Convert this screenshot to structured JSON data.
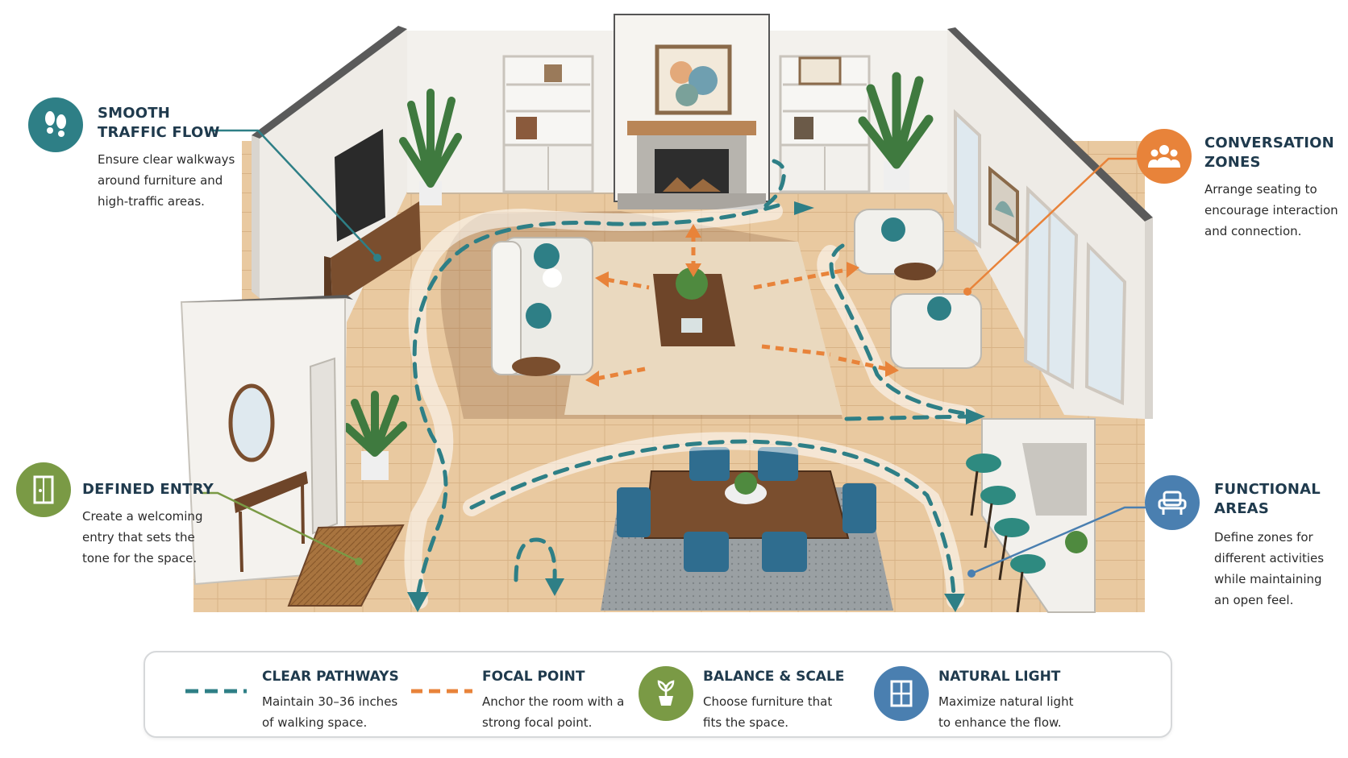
{
  "colors": {
    "teal": "#2e7f86",
    "orange": "#e8833a",
    "green": "#7a9a45",
    "blue": "#4a7fb0",
    "floor": "#e8c9a0",
    "wall": "#f4f2ee",
    "navy_text": "#1f3a4d"
  },
  "callouts": {
    "traffic": {
      "icon": "footprints-icon",
      "title_line1": "SMOOTH",
      "title_line2": "TRAFFIC FLOW",
      "desc": [
        "Ensure clear walkways",
        "around furniture and",
        "high-traffic areas."
      ]
    },
    "conversation": {
      "icon": "people-group-icon",
      "title_line1": "CONVERSATION",
      "title_line2": "ZONES",
      "desc": [
        "Arrange seating to",
        "encourage interaction",
        "and connection."
      ]
    },
    "entry": {
      "icon": "door-icon",
      "title_line1": "DEFINED ENTRY",
      "desc": [
        "Create a welcoming",
        "entry that sets the",
        "tone for the space."
      ]
    },
    "functional": {
      "icon": "armchair-icon",
      "title_line1": "FUNCTIONAL",
      "title_line2": "AREAS",
      "desc": [
        "Define zones for",
        "different activities",
        "while maintaining",
        "an open feel."
      ]
    }
  },
  "legend": {
    "pathways": {
      "title": "CLEAR PATHWAYS",
      "desc": [
        "Maintain 30–36 inches",
        "of walking space."
      ],
      "icon": "dashed-line-teal"
    },
    "focal": {
      "title": "FOCAL POINT",
      "desc": [
        "Anchor the room with a",
        "strong focal point."
      ],
      "icon": "dashed-line-orange"
    },
    "balance": {
      "title": "BALANCE & SCALE",
      "desc": [
        "Choose furniture that",
        "fits the space."
      ],
      "icon": "potted-plant-icon"
    },
    "light": {
      "title": "NATURAL LIGHT",
      "desc": [
        "Maximize natural light",
        "to enhance the flow."
      ],
      "icon": "window-icon"
    }
  }
}
